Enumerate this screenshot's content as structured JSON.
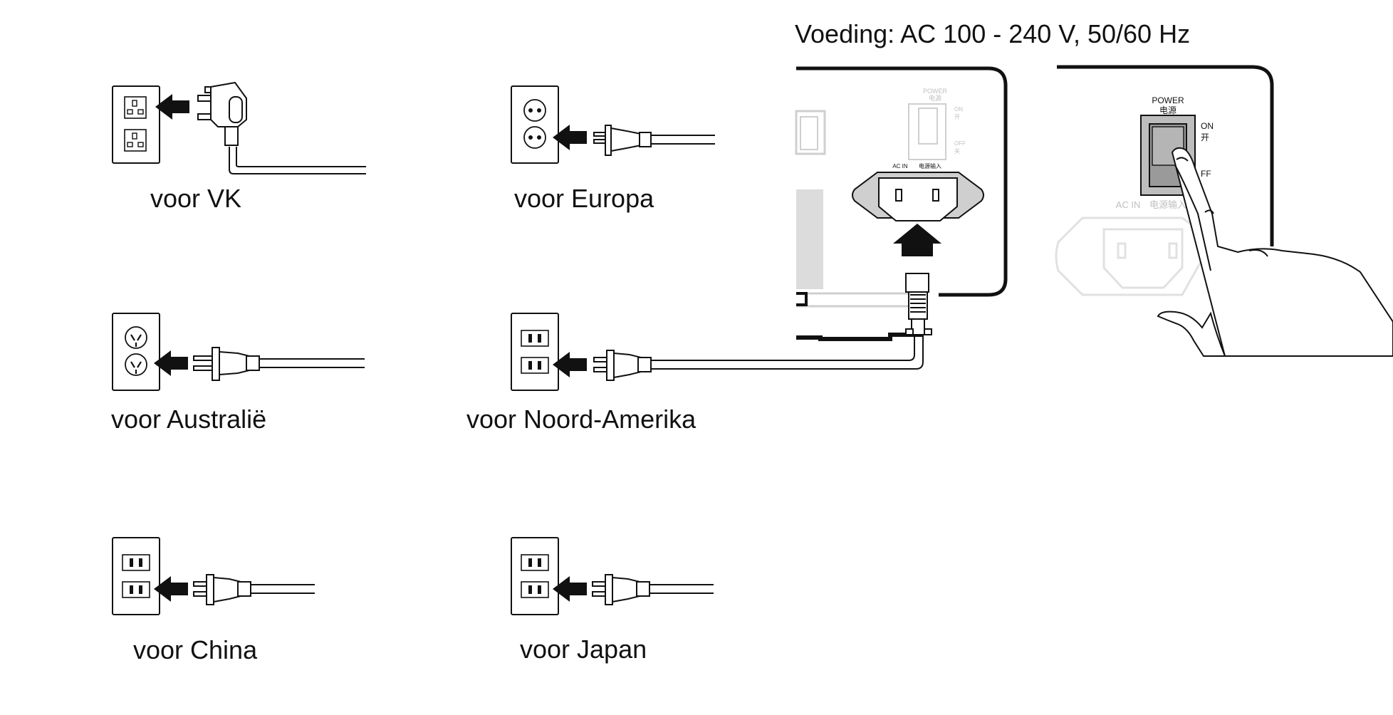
{
  "title": "Voeding: AC 100 - 240 V, 50/60 Hz",
  "plugs": [
    {
      "id": "uk",
      "label": "voor VK"
    },
    {
      "id": "europe",
      "label": "voor Europa"
    },
    {
      "id": "australia",
      "label": "voor Australië"
    },
    {
      "id": "north-america",
      "label": "voor Noord-Amerika"
    },
    {
      "id": "china",
      "label": "voor China"
    },
    {
      "id": "japan",
      "label": "voor Japan"
    }
  ],
  "device_panel": {
    "power_label": "POWER",
    "power_label_cn": "电源",
    "on_label": "ON",
    "on_label_cn": "开",
    "off_label": "OFF",
    "off_label_cn": "关",
    "ac_in_label": "AC IN",
    "ac_in_label_cn": "电源输入"
  },
  "switch_zoom": {
    "power_label": "POWER",
    "power_label_cn": "电源",
    "on_label": "ON",
    "on_label_cn": "开",
    "off_label": "FF",
    "ac_in_label": "AC IN",
    "ac_in_label_cn": "电源输入"
  },
  "icons": [
    "arrow-left-icon",
    "arrow-up-icon",
    "outlet-icon",
    "plug-icon",
    "hand-icon",
    "power-switch-icon",
    "iec-inlet-icon"
  ]
}
